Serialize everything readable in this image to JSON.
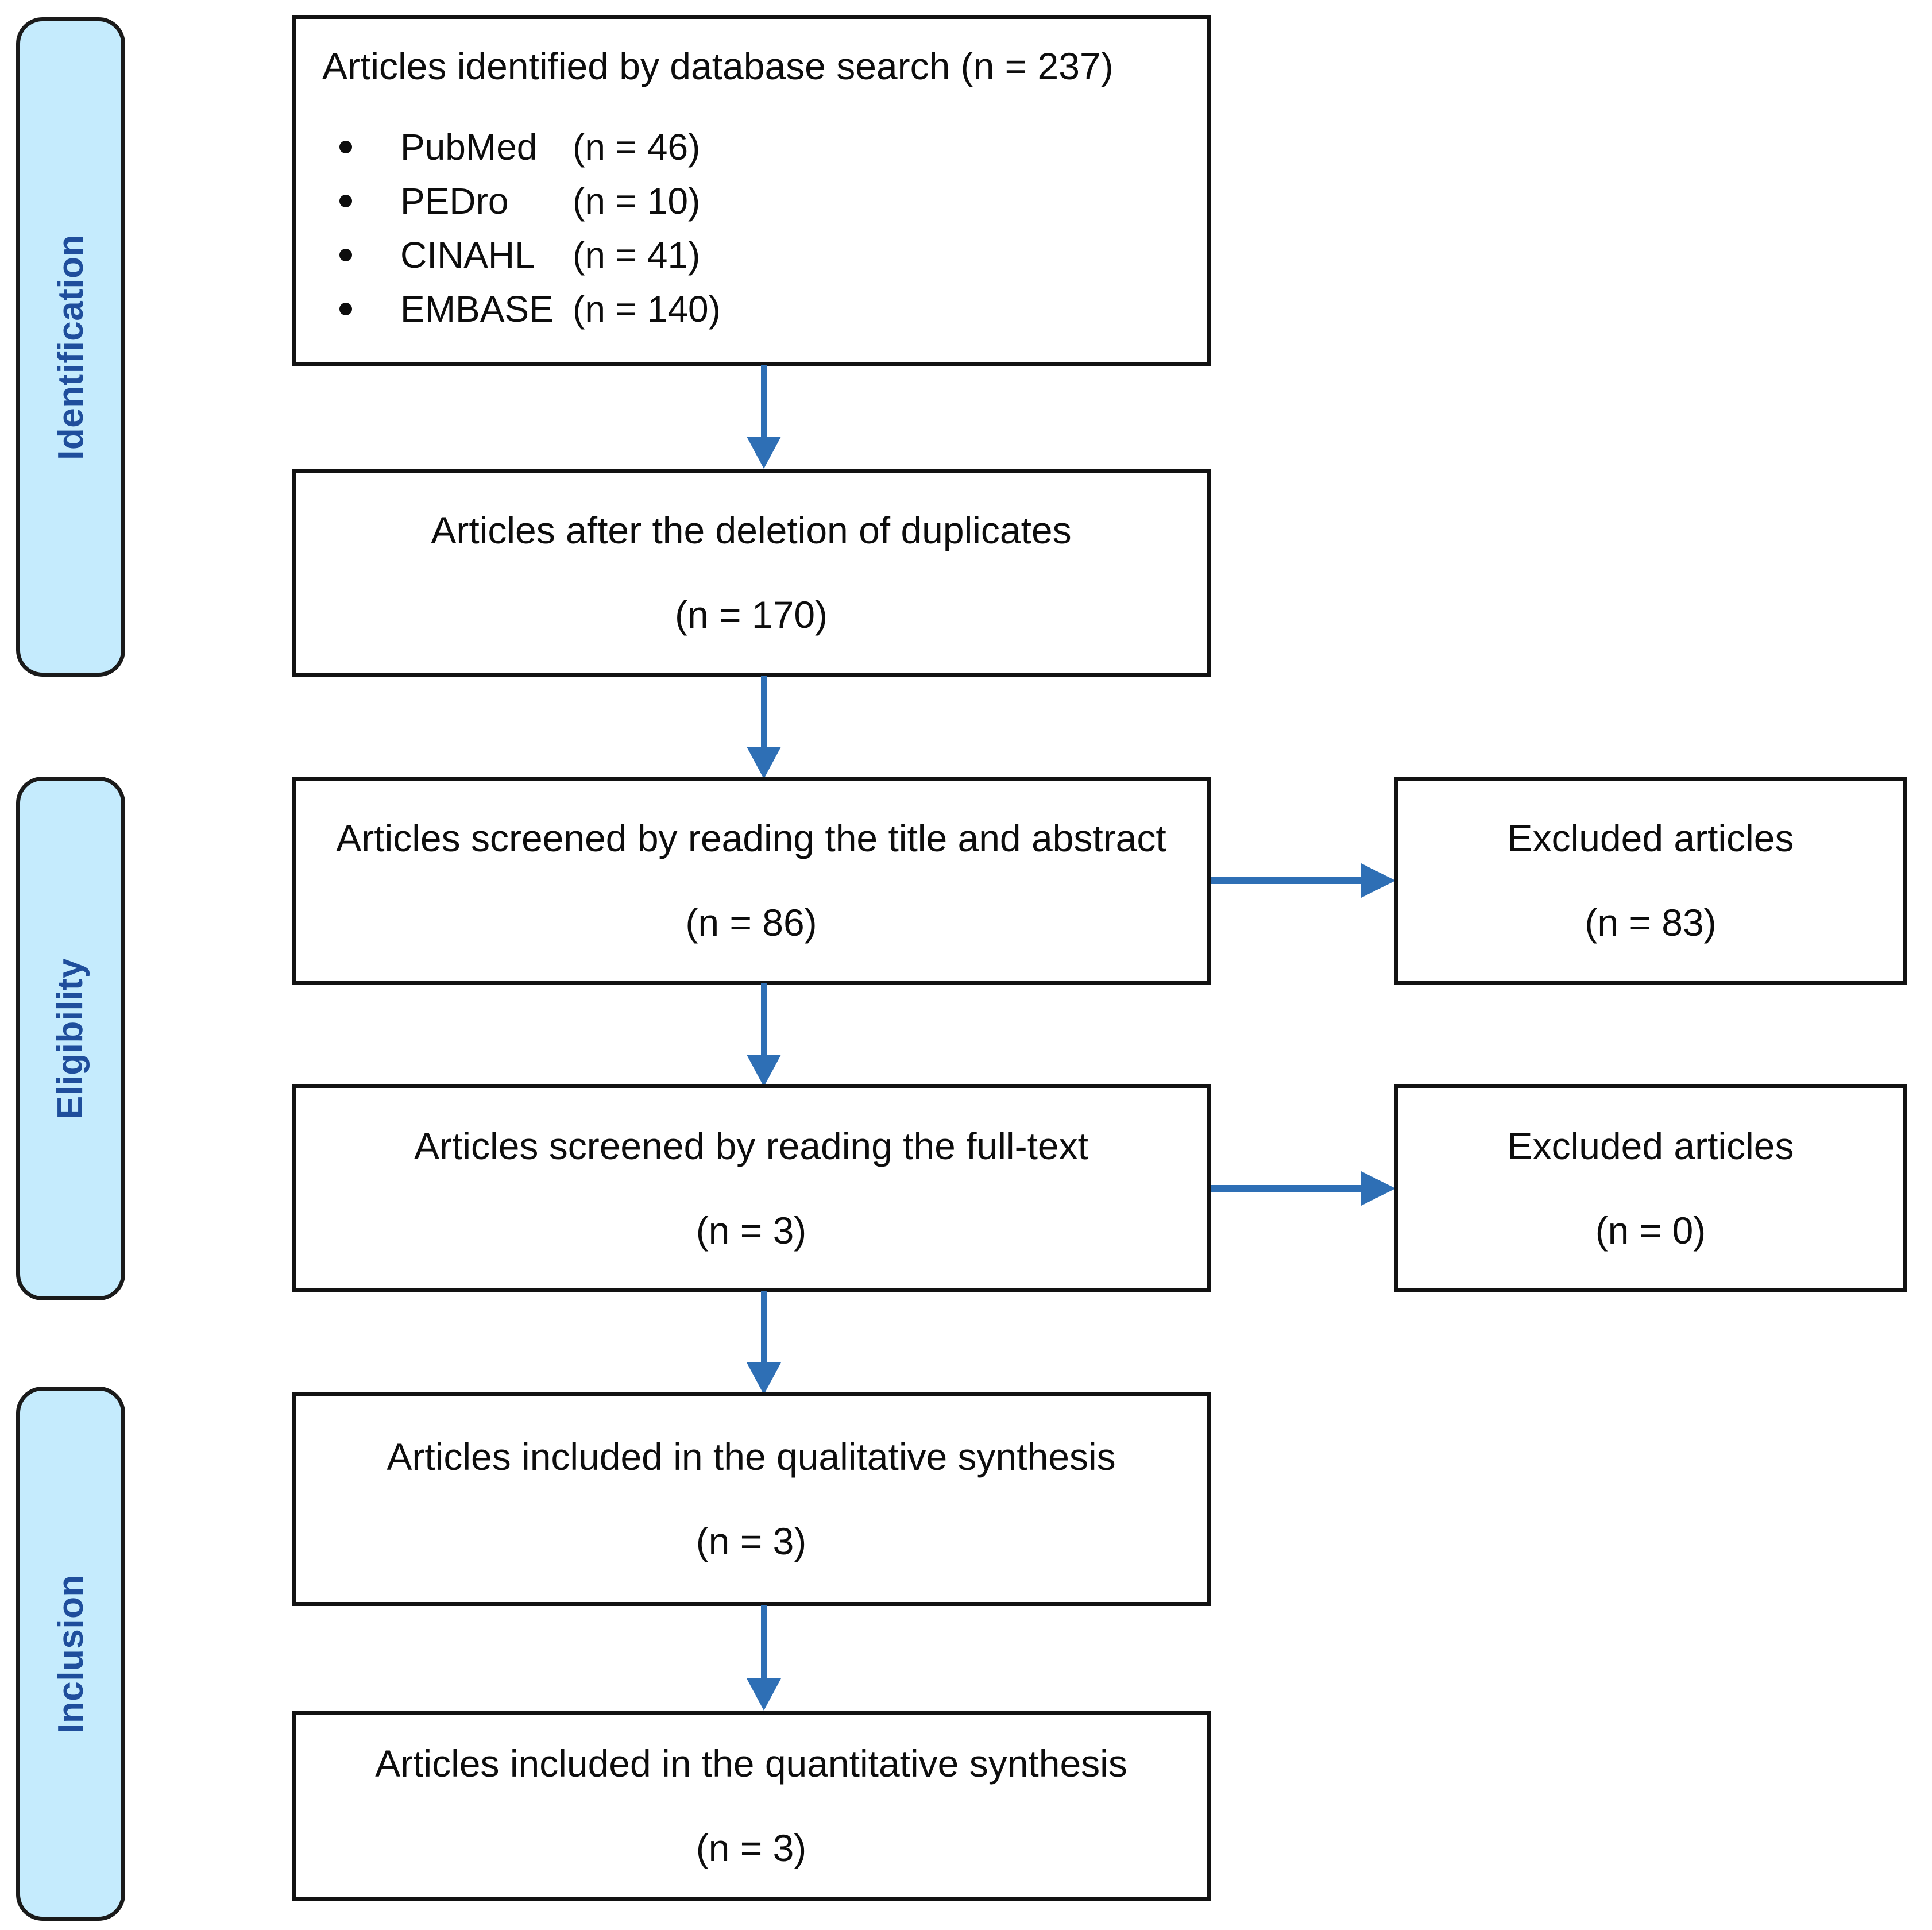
{
  "diagram": {
    "type": "prisma-flow-diagram",
    "accent_color": "#2E6FB5",
    "stage_fill_color": "#C5EBFD",
    "stage_text_color": "#1F4E9C",
    "box_border_color": "#121212"
  },
  "stages": [
    {
      "label": "Identification"
    },
    {
      "label": "Eligibility"
    },
    {
      "label": "Inclusion"
    }
  ],
  "boxes": {
    "identified": {
      "title": "Articles identified by database search (n = 237)",
      "sources": [
        {
          "name": "PubMed",
          "count": "(n = 46)"
        },
        {
          "name": "PEDro",
          "count": "(n = 10)"
        },
        {
          "name": "CINAHL",
          "count": "(n = 41)"
        },
        {
          "name": "EMBASE",
          "count": "(n = 140)"
        }
      ]
    },
    "deduplicated": {
      "title": "Articles after the deletion of duplicates",
      "count": "(n = 170)"
    },
    "screened_title_abstract": {
      "title": "Articles screened by reading the title and abstract",
      "count": "(n = 86)"
    },
    "excluded_title_abstract": {
      "title": "Excluded articles",
      "count": "(n = 83)"
    },
    "screened_full_text": {
      "title": "Articles screened by reading the full-text",
      "count": "(n = 3)"
    },
    "excluded_full_text": {
      "title": "Excluded articles",
      "count": "(n = 0)"
    },
    "qualitative": {
      "title": "Articles included in the qualitative synthesis",
      "count": "(n = 3)"
    },
    "quantitative": {
      "title": "Articles included in the quantitative synthesis",
      "count": "(n = 3)"
    }
  }
}
